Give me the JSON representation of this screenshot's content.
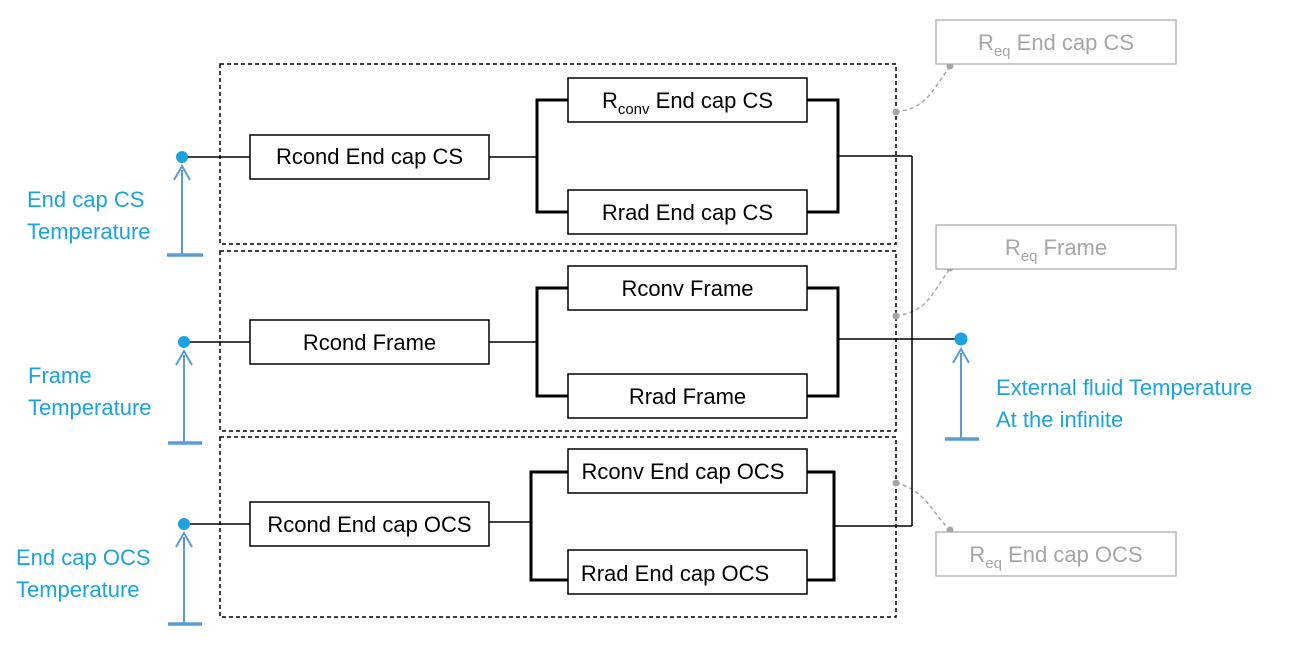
{
  "colors": {
    "wire": "#000000",
    "temperature": "#1aa3dd",
    "ground": "#5b9bd5",
    "equivalent": "#a6a6a6"
  },
  "groups": [
    {
      "cond_label": "Rcond End cap CS",
      "conv_label": {
        "main": "R",
        "sub": "conv",
        "rest": " End cap CS"
      },
      "rad_label": "Rrad End cap CS",
      "temperature": {
        "line1": "End cap CS",
        "line2": "Temperature"
      },
      "equivalent": {
        "main": "R",
        "sub": "eq",
        "rest": " End cap CS"
      }
    },
    {
      "cond_label": "Rcond Frame",
      "conv_label": {
        "main": "Rconv Frame",
        "sub": "",
        "rest": ""
      },
      "rad_label": "Rrad Frame",
      "temperature": {
        "line1": "Frame",
        "line2": "Temperature"
      },
      "equivalent": {
        "main": "R",
        "sub": "eq",
        "rest": " Frame"
      }
    },
    {
      "cond_label": "Rcond End cap OCS",
      "conv_label": {
        "main": "Rconv End cap OCS",
        "sub": "",
        "rest": ""
      },
      "rad_label": "Rrad End cap OCS",
      "temperature": {
        "line1": "End cap OCS",
        "line2": "Temperature"
      },
      "equivalent": {
        "main": "R",
        "sub": "eq",
        "rest": " End cap OCS"
      }
    }
  ],
  "external": {
    "line1": "External fluid Temperature",
    "line2": "At the infinite"
  }
}
